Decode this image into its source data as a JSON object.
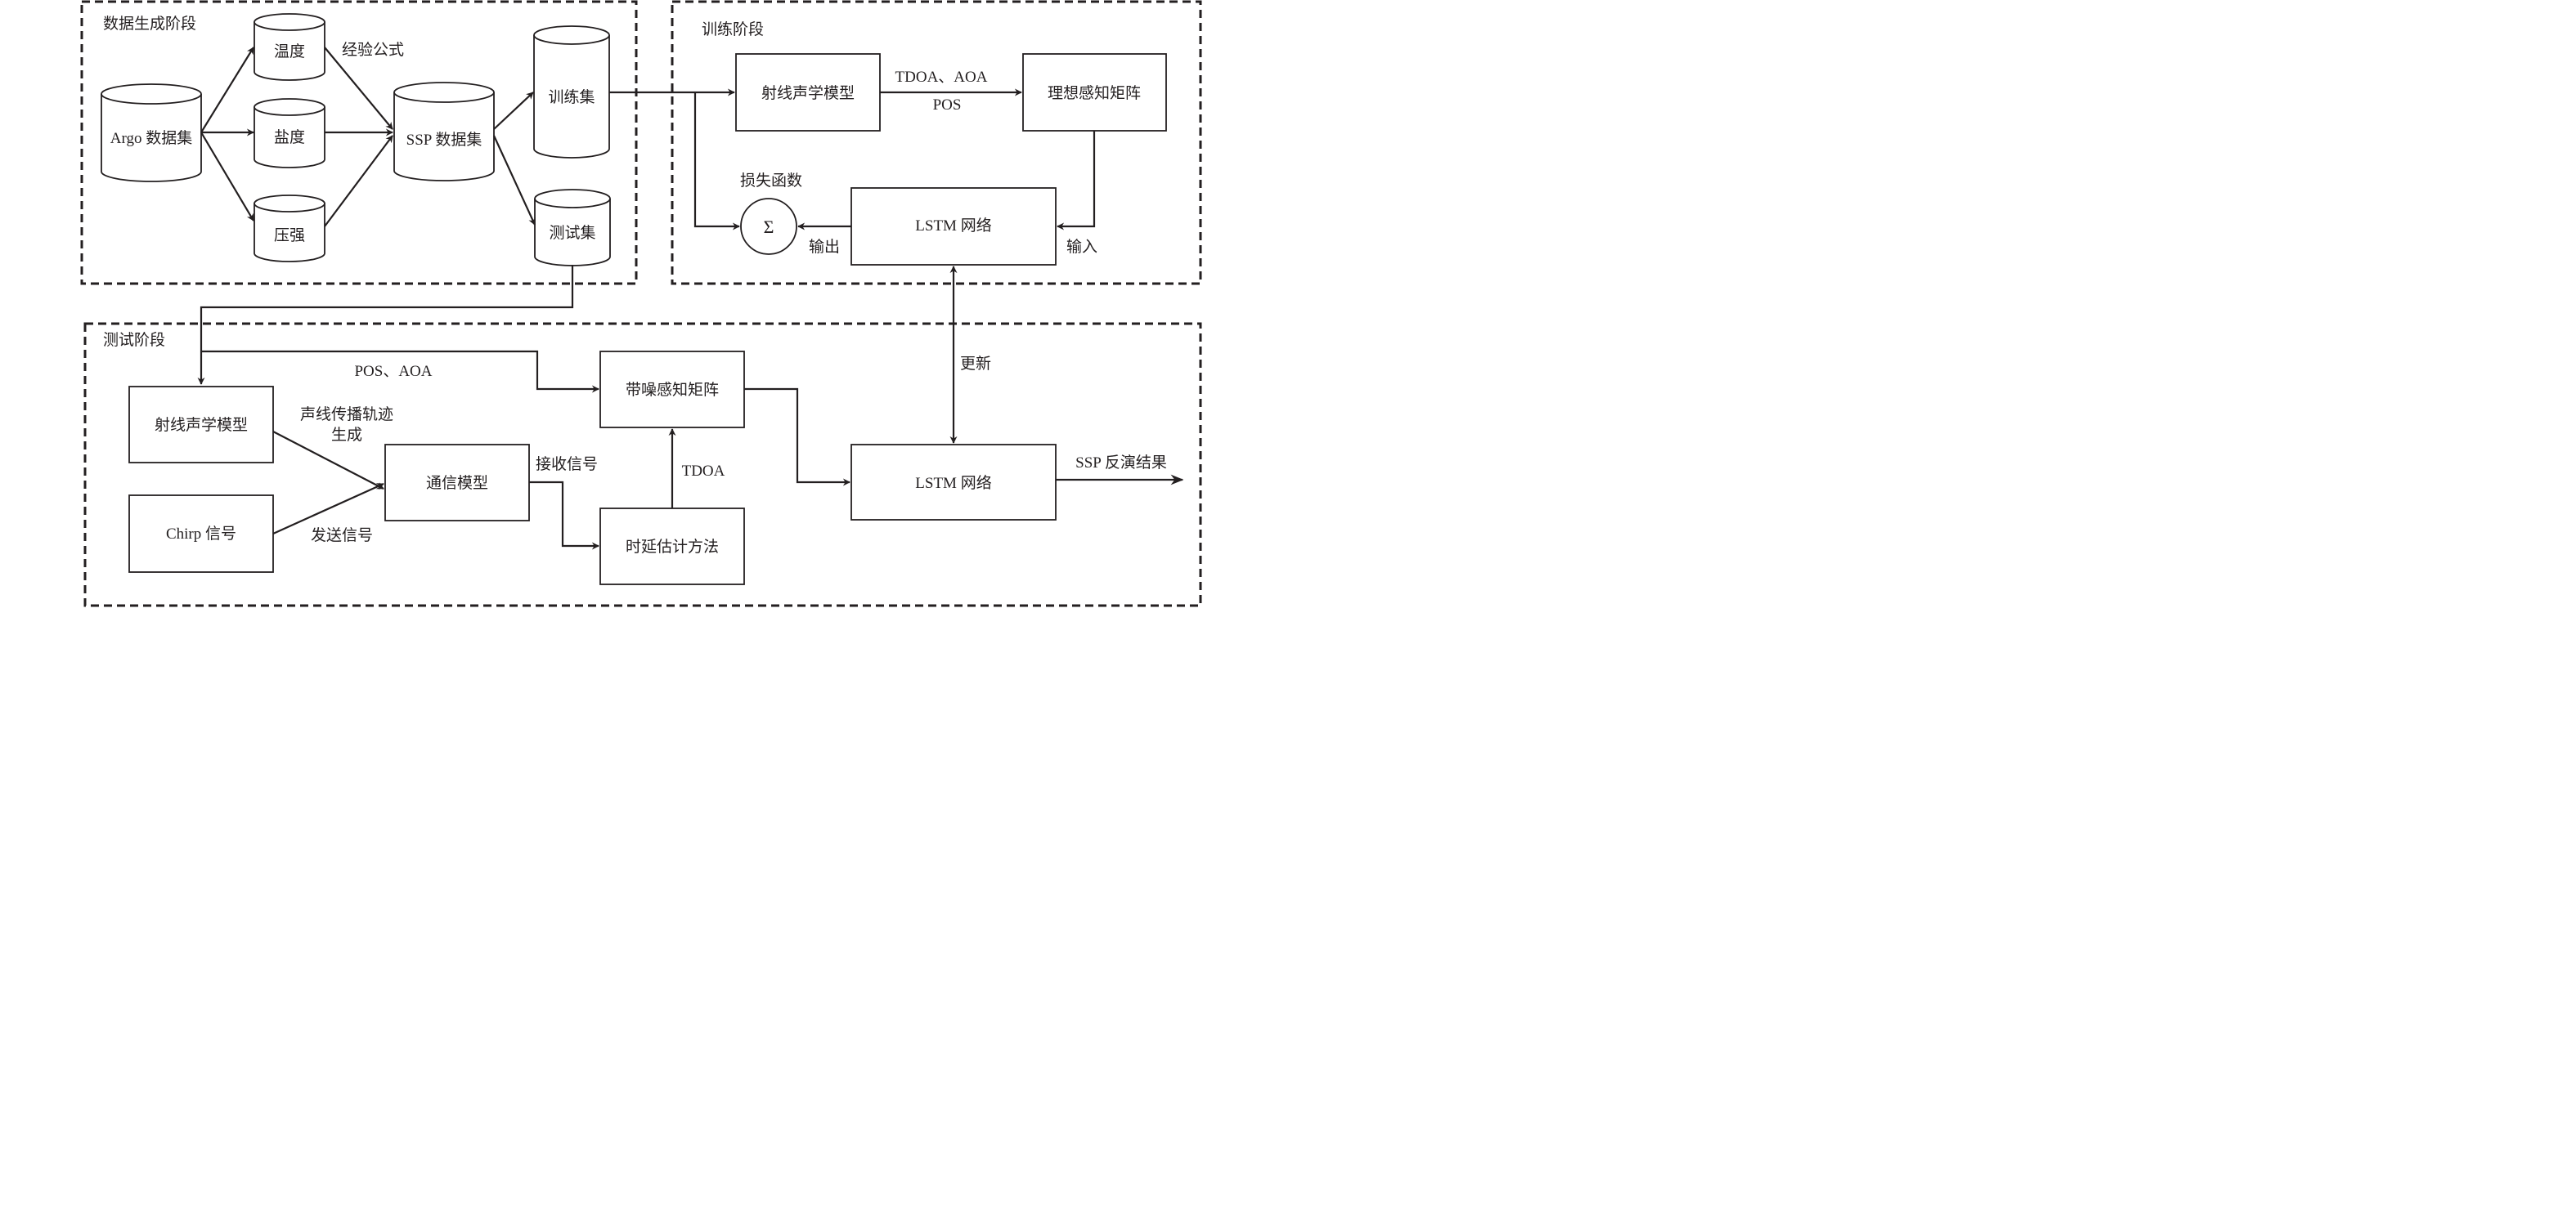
{
  "regions": {
    "data_gen": "数据生成阶段",
    "training": "训练阶段",
    "testing": "测试阶段"
  },
  "data_gen": {
    "argo": "Argo 数据集",
    "temperature": "温度",
    "salinity": "盐度",
    "pressure": "压强",
    "empirical_formula": "经验公式",
    "ssp_dataset": "SSP 数据集",
    "train_set": "训练集",
    "test_set": "测试集"
  },
  "training": {
    "ray_model": "射线声学模型",
    "tdoa_aoa": "TDOA、AOA",
    "pos": "POS",
    "ideal_matrix": "理想感知矩阵",
    "loss": "损失函数",
    "sum_symbol": "Σ",
    "lstm": "LSTM 网络",
    "output": "输出",
    "input": "输入"
  },
  "testing": {
    "ray_model": "射线声学模型",
    "chirp": "Chirp 信号",
    "pos_aoa": "POS、AOA",
    "ray_path_line1": "声线传播轨迹",
    "ray_path_line2": "生成",
    "send_signal": "发送信号",
    "comm_model": "通信模型",
    "recv_signal": "接收信号",
    "tde": "时延估计方法",
    "tdoa": "TDOA",
    "noisy_matrix": "带噪感知矩阵",
    "lstm": "LSTM 网络",
    "result": "SSP 反演结果"
  },
  "update": "更新"
}
